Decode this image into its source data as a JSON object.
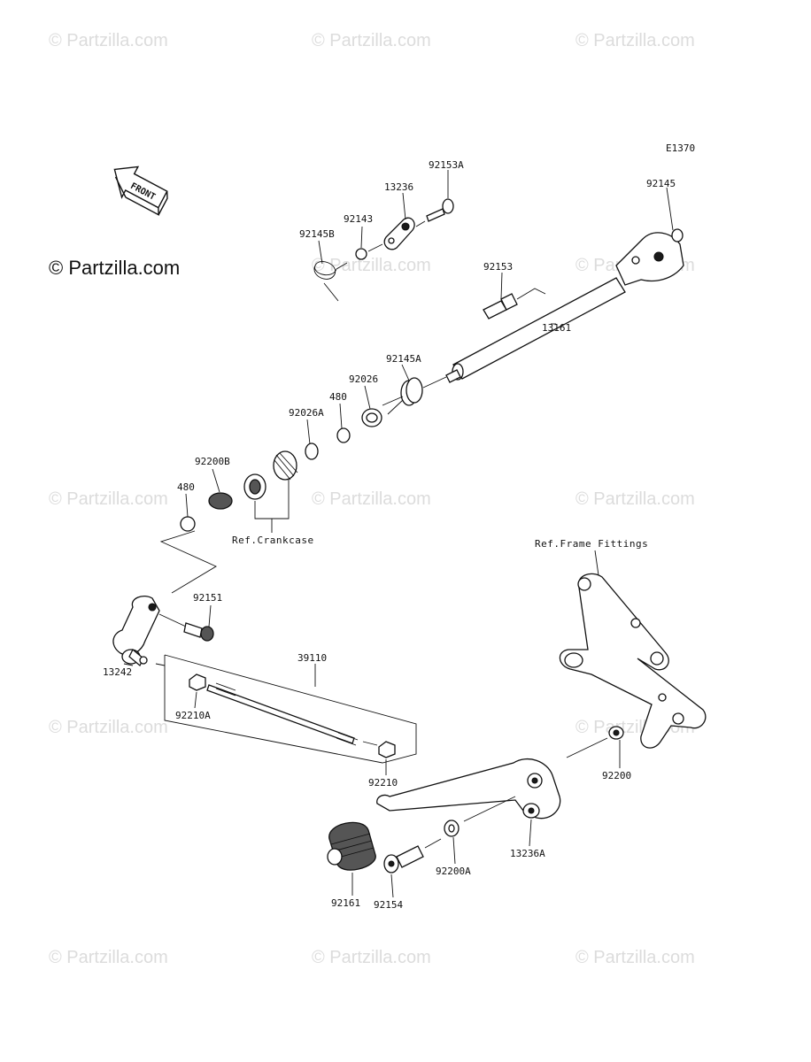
{
  "watermark": "© Partzilla.com",
  "copyright": "© Partzilla.com",
  "diagram_code": "E1370",
  "front_label": "FRONT",
  "refs": {
    "crankcase": "Ref.Crankcase",
    "frame": "Ref.Frame Fittings"
  },
  "labels": {
    "p92153A": "92153A",
    "p13236": "13236",
    "p92143": "92143",
    "p92145B": "92145B",
    "p92145": "92145",
    "p92153": "92153",
    "p13161": "13161",
    "p92145A": "92145A",
    "p92026": "92026",
    "p480a": "480",
    "p92026A": "92026A",
    "p92200B": "92200B",
    "p480b": "480",
    "p92151": "92151",
    "p13242": "13242",
    "p39110": "39110",
    "p92210A": "92210A",
    "p92210": "92210",
    "p92200": "92200",
    "p13236A": "13236A",
    "p92161": "92161",
    "p92200A": "92200A",
    "p92154": "92154"
  }
}
